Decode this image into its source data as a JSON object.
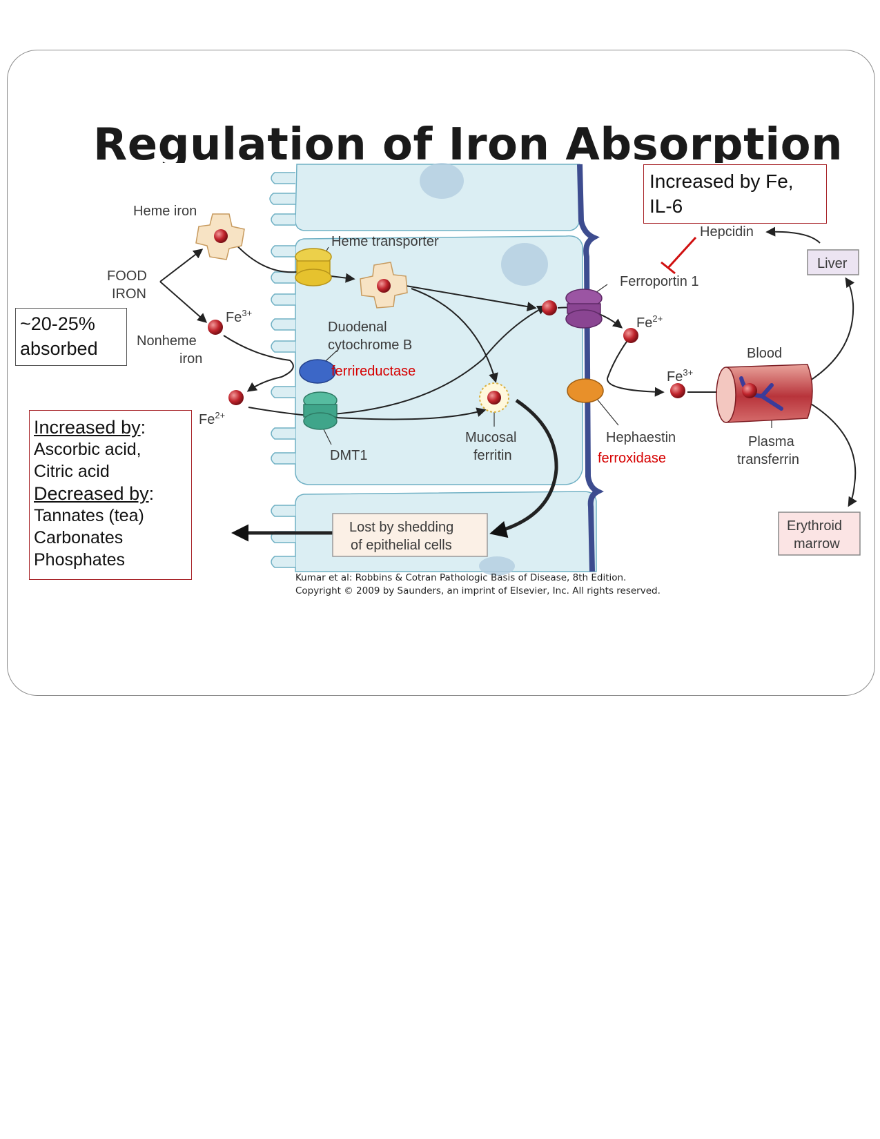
{
  "title": "Regulation of Iron Absorption",
  "labels": {
    "heme_iron": "Heme iron",
    "food_iron_1": "FOOD",
    "food_iron_2": "IRON",
    "fe3_left": "Fe",
    "fe3_left_sup": "3+",
    "nonheme_1": "Nonheme",
    "nonheme_2": "iron",
    "fe2_left": "Fe",
    "fe2_left_sup": "2+",
    "heme_transporter": "Heme transporter",
    "duodenal_1": "Duodenal",
    "duodenal_2": "cytochrome B",
    "ferrireductase": "ferrireductase",
    "dmt1": "DMT1",
    "mucosal_1": "Mucosal",
    "mucosal_2": "ferritin",
    "ferroportin": "Ferroportin 1",
    "fe2_right": "Fe",
    "fe2_right_sup": "2+",
    "hephaestin": "Hephaestin",
    "ferroxidase": "ferroxidase",
    "fe3_right": "Fe",
    "fe3_right_sup": "3+",
    "blood": "Blood",
    "transferrin_1": "Plasma",
    "transferrin_2": "transferrin",
    "hepcidin": "Hepcidin",
    "liver": "Liver",
    "marrow_1": "Erythroid",
    "marrow_2": "marrow",
    "lost_1": "Lost by shedding",
    "lost_2": "of epithelial cells"
  },
  "boxes": {
    "absorbed_1": "~20-25%",
    "absorbed_2": "absorbed",
    "increased_fe_1": "Increased by Fe,",
    "increased_fe_2": "IL-6",
    "increased_by": "Increased by",
    "increased_items": [
      "Ascorbic acid,",
      "Citric acid"
    ],
    "decreased_by": "Decreased by",
    "decreased_items": [
      "Tannates (tea)",
      "Carbonates",
      "Phosphates"
    ]
  },
  "credit": {
    "line1": "Kumar et al: Robbins & Cotran Pathologic Basis of Disease, 8th Edition.",
    "line2": "Copyright © 2009 by Saunders, an imprint of Elsevier, Inc. All rights reserved."
  },
  "colors": {
    "cell_fill": "#dbeef3",
    "cell_border": "#3d4c8f",
    "iron": "#c0242c",
    "heme_transporter": "#e6c22e",
    "cytochrome": "#3c67c7",
    "dmt1": "#3fa58a",
    "ferroportin": "#8a4592",
    "hephaestin": "#e8902a",
    "blood_vessel": "#b8343b",
    "label_red": "#d60000",
    "box_border": "#a8252a"
  }
}
